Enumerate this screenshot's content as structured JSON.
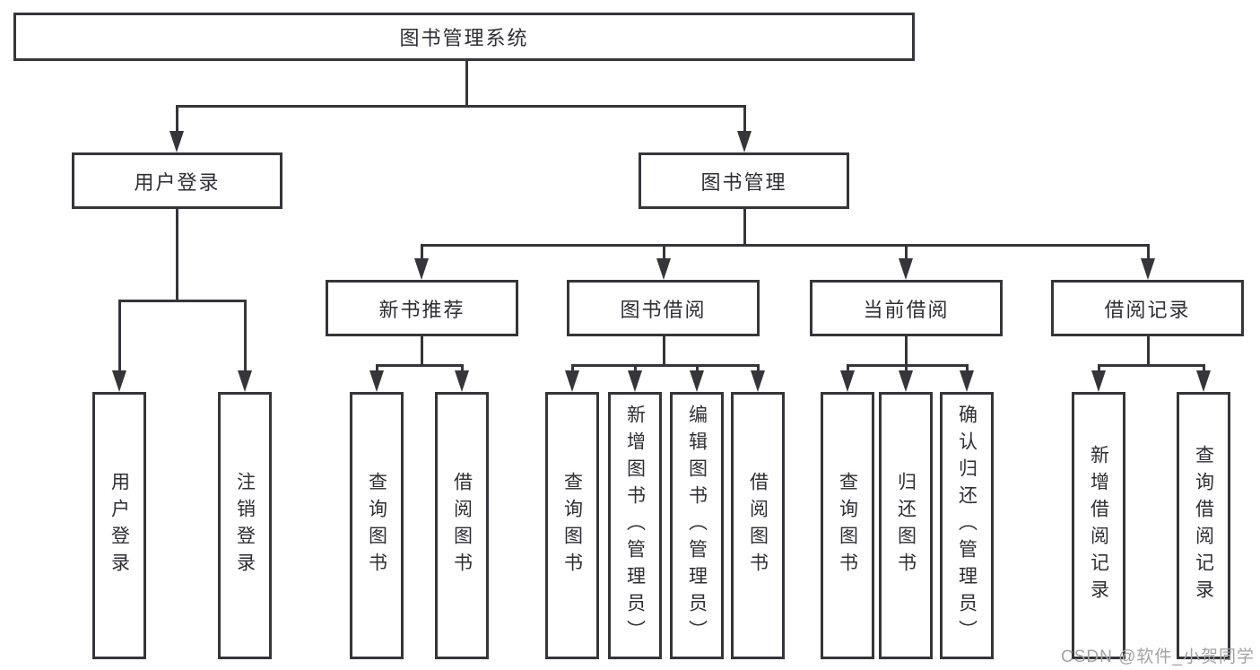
{
  "colors": {
    "line": "#35353a",
    "box_border": "#35353a",
    "text": "#2e2e33",
    "watermark": "#a3a3a3",
    "background": "#ffffff"
  },
  "watermark": "CSDN @软件_小贺同学",
  "tree": {
    "root": {
      "label": "图书管理系统"
    },
    "level2": [
      {
        "label": "用户登录"
      },
      {
        "label": "图书管理"
      }
    ],
    "level3": [
      {
        "label": "新书推荐"
      },
      {
        "label": "图书借阅"
      },
      {
        "label": "当前借阅"
      },
      {
        "label": "借阅记录"
      }
    ],
    "leaves": {
      "user_login": [
        "用户登录",
        "注销登录"
      ],
      "new_book_rec": [
        "查询图书",
        "借阅图书"
      ],
      "book_borrow": [
        "查询图书",
        "新增图书（管理员）",
        "编辑图书（管理员）",
        "借阅图书"
      ],
      "current_borrow": [
        "查询图书",
        "归还图书",
        "确认归还（管理员）"
      ],
      "borrow_record": [
        "新增借阅记录",
        "查询借阅记录"
      ]
    }
  }
}
